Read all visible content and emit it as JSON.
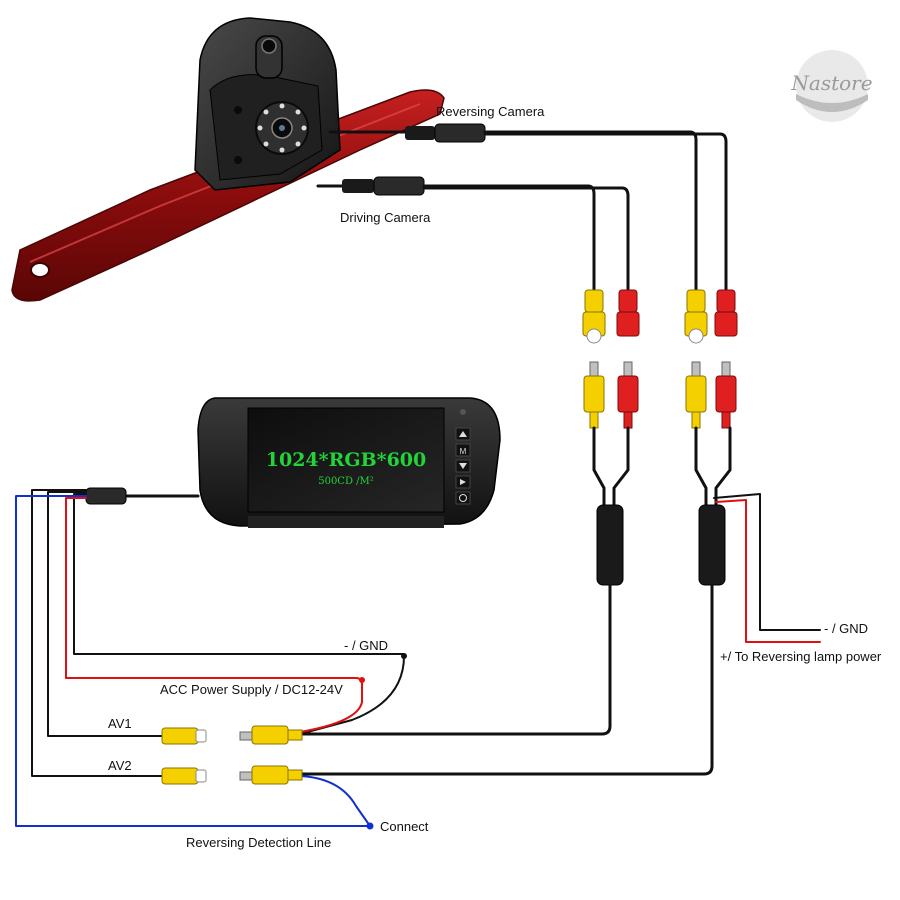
{
  "brand": {
    "logo_text": "Nastore"
  },
  "labels": {
    "reversing_camera": "Reversing Camera",
    "driving_camera": "Driving Camera",
    "gnd_left": "- / GND",
    "acc_power": "ACC Power Supply / DC12-24V",
    "av1": "AV1",
    "av2": "AV2",
    "connect": "Connect",
    "reversing_detection": "Reversing Detection Line",
    "gnd_right": "- / GND",
    "reversing_lamp": "+/ To Reversing lamp power"
  },
  "monitor": {
    "resolution": "1024*RGB*600",
    "brightness": "500CD /M²",
    "buttons": [
      "up-arrow-icon",
      "menu-icon",
      "down-arrow-icon",
      "mode-icon",
      "power-icon"
    ]
  },
  "colors": {
    "wire_black": "#111111",
    "wire_red": "#e01010",
    "wire_blue": "#1030d0",
    "rca_yellow": "#f5d000",
    "rca_red": "#e02020",
    "camera_body": "#2a2a2a",
    "brake_light": "#9a1010",
    "screen_text": "#22d33a"
  }
}
